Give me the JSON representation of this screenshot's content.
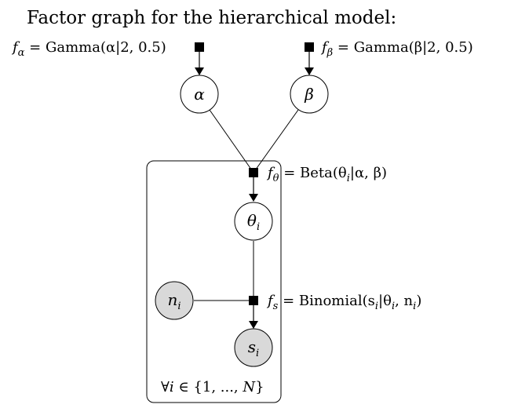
{
  "title": "Factor graph for the hierarchical model:",
  "factors": {
    "f_alpha": {
      "label": "f",
      "sub": "α",
      "rhs": " = Gamma(α|2, 0.5)"
    },
    "f_beta": {
      "label": "f",
      "sub": "β",
      "rhs": " = Gamma(β|2, 0.5)"
    },
    "f_theta": {
      "label": "f",
      "sub": "θ",
      "rhs": " = Beta(θ",
      "rhs_sub": "i",
      "rhs_tail": "|α, β)"
    },
    "f_s": {
      "label": "f",
      "sub": "s",
      "rhs": " = Binomial(s",
      "rhs_sub": "i",
      "rhs_mid": "|θ",
      "rhs_sub2": "i",
      "rhs_mid2": ", n",
      "rhs_sub3": "i",
      "rhs_tail": ")"
    }
  },
  "nodes": {
    "alpha": {
      "main": "α",
      "sub": ""
    },
    "beta": {
      "main": "β",
      "sub": ""
    },
    "theta": {
      "main": "θ",
      "sub": "i"
    },
    "n": {
      "main": "n",
      "sub": "i"
    },
    "s": {
      "main": "s",
      "sub": "i"
    }
  },
  "plate": {
    "label_pre": "∀",
    "label_var": "i",
    "label_rest": " ∈ {1, ..., ",
    "label_N": "N",
    "label_end": "}"
  },
  "colors": {
    "observed_fill": "#d9d9d9",
    "latent_fill": "#ffffff",
    "stroke": "#000000"
  }
}
